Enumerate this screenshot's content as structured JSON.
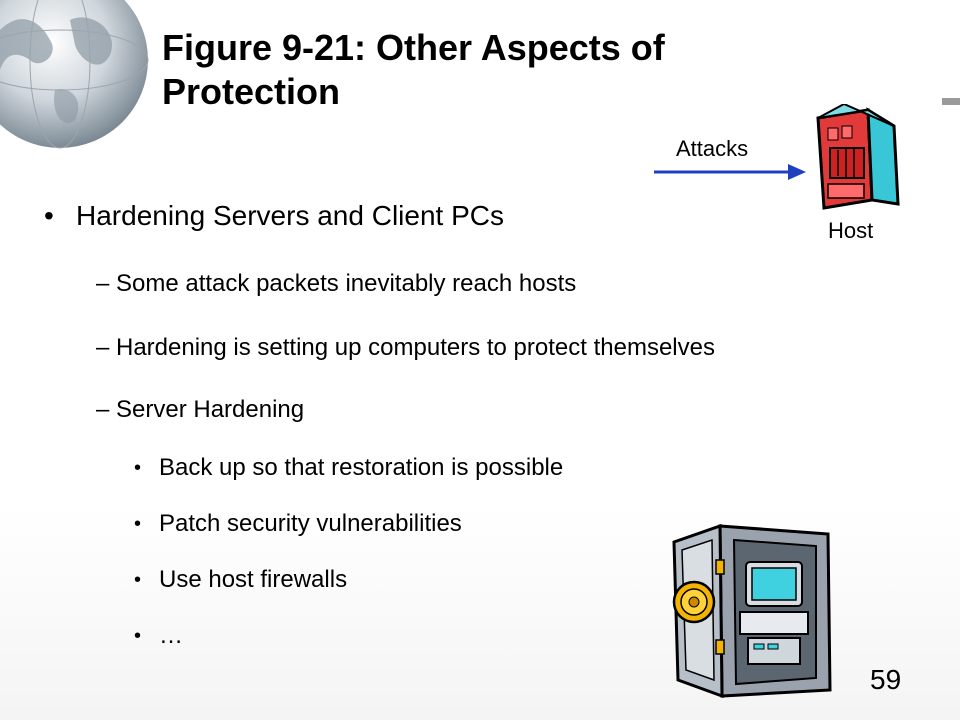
{
  "slide": {
    "title_line1": "Figure 9-21: Other Aspects of",
    "title_line2": "Protection",
    "page_number": "59"
  },
  "diagram": {
    "attacks_label": "Attacks",
    "host_label": "Host"
  },
  "content": {
    "main_bullet": "Hardening Servers and Client PCs",
    "sub_bullets": [
      "Some attack packets inevitably reach hosts",
      "Hardening is setting up computers to protect themselves",
      "Server Hardening"
    ],
    "sub_sub_bullets": [
      "Back up so that restoration is possible",
      "Patch security vulnerabilities",
      "Use host firewalls",
      "…"
    ],
    "bullet_glyph": "•",
    "dash_glyph": "–"
  },
  "colors": {
    "arrow": "#1f3fbf",
    "server_red": "#e23a3a",
    "server_cyan": "#39c6d6"
  }
}
